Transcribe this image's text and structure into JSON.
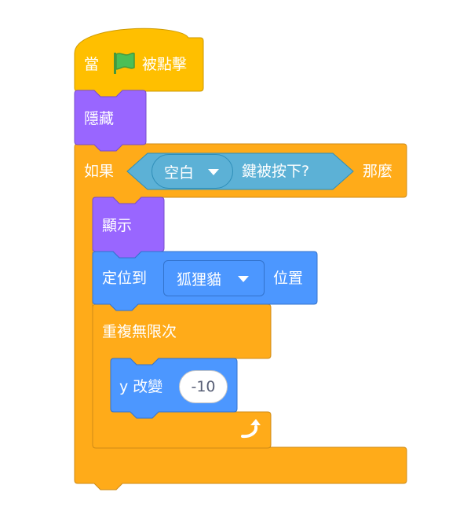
{
  "blocks": {
    "hat": {
      "label_when": "當",
      "label_clicked": "被點擊",
      "flag_icon": "green-flag-icon"
    },
    "hide": {
      "label": "隱藏"
    },
    "if_block": {
      "label_if": "如果",
      "label_then": "那麼"
    },
    "key_sensing": {
      "key_value": "空白",
      "label": "鍵被按下?"
    },
    "show": {
      "label": "顯示"
    },
    "goto": {
      "label_goto": "定位到",
      "target_value": "狐狸貓",
      "label_position": "位置"
    },
    "forever": {
      "label": "重複無限次",
      "loop_arrow_icon": "loop-arrow-icon"
    },
    "change_y": {
      "label": "y 改變",
      "value": "-10"
    }
  },
  "colors": {
    "events": "#ffbf00",
    "control": "#ffab19",
    "looks": "#9966ff",
    "motion": "#4c97ff",
    "sensing": "#5cb1d6",
    "text": "#ffffff"
  }
}
